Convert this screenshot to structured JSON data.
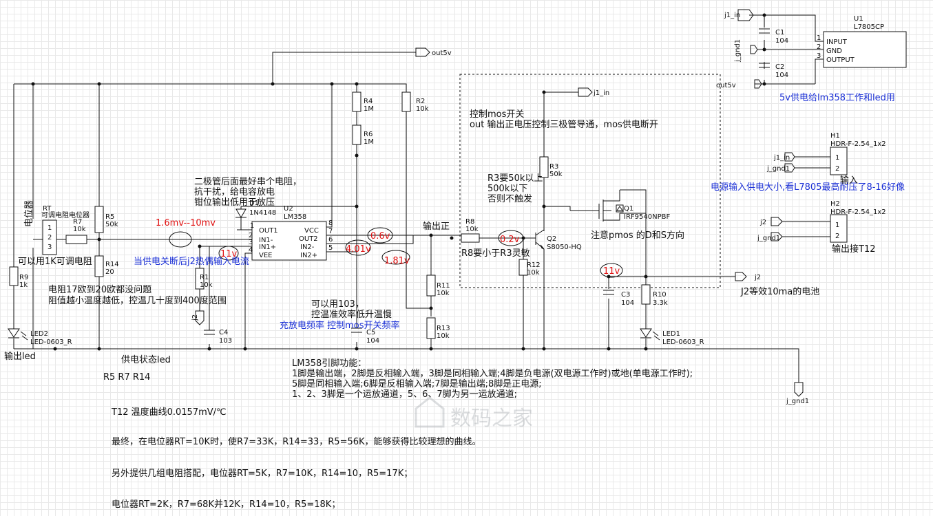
{
  "ports": {
    "out5v_top": "out5v",
    "j1_in_top": "j1_in",
    "j1_in_mid": "j1_in",
    "j_gnd1_top": "j_gnd1",
    "out5v_right": "out5v",
    "j1_in_h1": "j1_in",
    "j_gnd1_h1": "j_gnd1",
    "j2_h2": "j2",
    "j_gnd1_h2": "j_gnd1",
    "j2_right": "j2",
    "j_gnd1_bottom": "j_gnd1",
    "j2_left": "j2"
  },
  "components": {
    "rt": {
      "ref": "RT",
      "value": "可调电阻电位器",
      "pins": [
        "1",
        "2",
        "3"
      ]
    },
    "r9": {
      "ref": "R9",
      "value": "1k"
    },
    "r5": {
      "ref": "R5",
      "value": "50k"
    },
    "r7": {
      "ref": "R7",
      "value": "10k"
    },
    "r14": {
      "ref": "R14",
      "value": "20"
    },
    "r1": {
      "ref": "R1",
      "value": "10k"
    },
    "c4": {
      "ref": "C4",
      "value": "103"
    },
    "d": {
      "ref": "D1",
      "value": "1N4148"
    },
    "u2": {
      "ref": "U2",
      "value": "LM358",
      "pins": [
        "OUT1",
        "IN1-",
        "IN1+",
        "VEE",
        "VCC",
        "OUT2",
        "IN2-",
        "IN2+"
      ],
      "pinnums": [
        "1",
        "2",
        "3",
        "4",
        "8",
        "7",
        "6",
        "5"
      ]
    },
    "r4": {
      "ref": "R4",
      "value": "1M"
    },
    "r6": {
      "ref": "R6",
      "value": "1M"
    },
    "r2": {
      "ref": "R2",
      "value": "10k"
    },
    "c5": {
      "ref": "C5",
      "value": "104"
    },
    "r11": {
      "ref": "R11",
      "value": "10k"
    },
    "r13": {
      "ref": "R13",
      "value": "10k"
    },
    "r8": {
      "ref": "R8",
      "value": "10k"
    },
    "r12": {
      "ref": "R12",
      "value": "10k"
    },
    "r3": {
      "ref": "R3",
      "value": "50k"
    },
    "q2": {
      "ref": "Q2",
      "value": "S8050-HQ"
    },
    "q1": {
      "ref": "Q1",
      "value": "IRF9540NPBF"
    },
    "c3": {
      "ref": "C3",
      "value": "104"
    },
    "r10": {
      "ref": "R10",
      "value": "3.3k"
    },
    "led1": {
      "ref": "LED1",
      "value": "LED-0603_R"
    },
    "led2": {
      "ref": "LED2",
      "value": "LED-0603_R"
    },
    "c1": {
      "ref": "C1",
      "value": "104"
    },
    "c2": {
      "ref": "C2",
      "value": "104"
    },
    "u1": {
      "ref": "U1",
      "value": "L7805CP",
      "pins": [
        "INPUT",
        "GND",
        "OUTPUT"
      ],
      "pinnums": [
        "1",
        "2",
        "3"
      ]
    },
    "h1": {
      "ref": "H1",
      "value": "HDR-F-2.54_1x2",
      "pins": [
        "1",
        "2"
      ]
    },
    "h2": {
      "ref": "H2",
      "value": "HDR-F-2.54_1x2",
      "pins": [
        "1",
        "2"
      ]
    }
  },
  "voltages": [
    "1.6mv--10mv",
    "11v",
    "4.01v",
    "0.6v",
    "1.81v",
    "0.2v",
    "11v"
  ],
  "notes": {
    "diode_note": "二极管后面最好串个电阻，\n抗干扰，给电容放电\n钳位输出低用于放压",
    "mos_note": "控制mos开关\nout 输出正电压控制三极管导通，mos供电断开",
    "r3_note": "R3要50k以上\n500k以下\n否则不触发",
    "q1_note": "注意pmos 的D和S方向",
    "r8_note": "R8要小于R3灵敏",
    "out_pos": "输出正",
    "power_note": "5v供电给lm358工作和led用",
    "input_note": "电源输入供电大小,看L7805最高耐压了8-16好像",
    "input_label": "输入",
    "output_label": "输出接T12",
    "j2_note": "J2等效10ma的电池",
    "rt_note": "可以用1K可调电阻",
    "rt_side": "电位器",
    "j2_source": "当供电关断后j2热偶输入电流",
    "r17_note": "电阻17欧到20欧都没问题\n阻值越小温度越低，控温几十度到400度范围",
    "c5_note": "可以用103，\n控温准效率低升温慢",
    "c5_freq": "充放电频率 控制mos开关频率",
    "out_led": "输出led",
    "supply_led": "供电状态led",
    "r_list": "R5 R7 R14",
    "lm358_pins": "LM358引脚功能：\n1脚是输出端，2脚是反相输入端，3脚是同相输入端;4脚是负电源(双电源工作时)或地(单电源工作时);\n5脚是同相输入端;6脚是反相输入端;7脚是输出端;8脚是正电源;\n1、2、3脚是一个运放通道，5、6、7脚为另一运放通道;",
    "t12_curve": "T12 温度曲线0.0157mV/℃",
    "final": "最终，在电位器RT=10K时，使R7=33K，R14=33，R5=56K，能够获得比较理想的曲线。",
    "combo1": "另外提供几组电阻搭配，电位器RT=5K，R7=10K，R14=10，R5=17K；",
    "combo2": "电位器RT=2K，R7=68K并12K，R14=10，R5=18K；"
  },
  "watermark": "数码之家"
}
